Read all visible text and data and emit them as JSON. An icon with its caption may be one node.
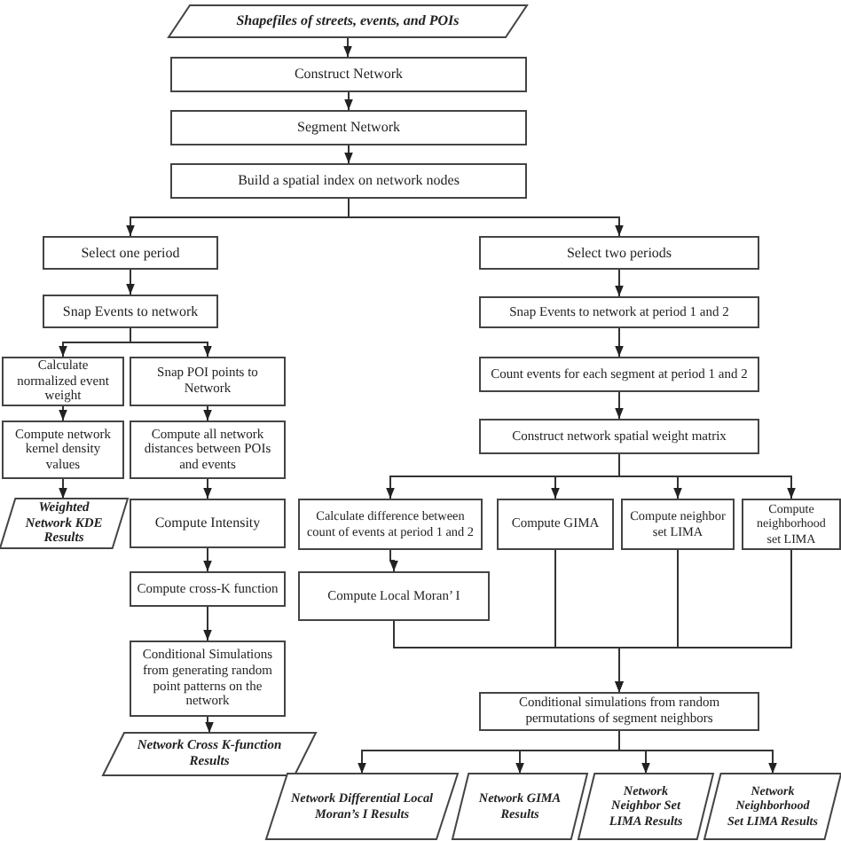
{
  "diagram": {
    "nodes": [
      {
        "text": [
          "Shapefiles of streets, events, and POIs"
        ]
      },
      {
        "text": [
          "Construct Network"
        ]
      },
      {
        "text": [
          "Segment Network"
        ]
      },
      {
        "text": [
          "Build a spatial index on network nodes"
        ]
      },
      {
        "text": [
          "Select one period"
        ]
      },
      {
        "text": [
          "Select two periods"
        ]
      },
      {
        "text": [
          "Snap Events to network"
        ]
      },
      {
        "text": [
          "Calculate normalized event weight"
        ]
      },
      {
        "text": [
          "Snap POI points to Network"
        ]
      },
      {
        "text": [
          "Compute network kernel density values"
        ]
      },
      {
        "text": [
          "Compute all network distances between POIs and events"
        ]
      },
      {
        "text": [
          "Weighted Network KDE Results"
        ]
      },
      {
        "text": [
          "Compute Intensity"
        ]
      },
      {
        "text": [
          "Compute cross-K function"
        ]
      },
      {
        "text": [
          "Conditional Simulations from generating random point patterns on the network"
        ]
      },
      {
        "text": [
          "Network Cross K-function Results"
        ]
      },
      {
        "text": [
          "Snap Events to network  at period 1 and 2"
        ]
      },
      {
        "text": [
          "Count events for each segment at period 1 and 2"
        ]
      },
      {
        "text": [
          "Construct network spatial weight matrix"
        ]
      },
      {
        "text": [
          "Calculate difference between count of events at period 1 and 2"
        ]
      },
      {
        "text": [
          "Compute GIMA"
        ]
      },
      {
        "text": [
          "Compute neighbor set LIMA"
        ]
      },
      {
        "text": [
          "Compute neighborhood set LIMA"
        ]
      },
      {
        "text": [
          "Compute Local Moran’ I"
        ]
      },
      {
        "text": [
          "Conditional simulations from random permutations of segment neighbors"
        ]
      },
      {
        "text": [
          "Network Differential Local Moran’s I Results"
        ]
      },
      {
        "text": [
          "Network GIMA Results"
        ]
      },
      {
        "text": [
          "Network Neighbor Set LIMA  Results"
        ]
      },
      {
        "text": [
          "Network Neighborhood Set LIMA Results"
        ]
      }
    ],
    "edges": [
      {
        "from": 0,
        "to": 1,
        "arrow": "to"
      },
      {
        "from": 1,
        "to": 2,
        "arrow": "to"
      },
      {
        "from": 2,
        "to": 3,
        "arrow": "to"
      },
      {
        "from": 3,
        "to": 4,
        "arrow": "to"
      },
      {
        "from": 3,
        "to": 5,
        "arrow": "to"
      },
      {
        "from": 4,
        "to": 6,
        "arrow": "to"
      },
      {
        "from": 6,
        "to": 7,
        "arrow": "to"
      },
      {
        "from": 6,
        "to": 8,
        "arrow": "to"
      },
      {
        "from": 7,
        "to": 9,
        "arrow": "to"
      },
      {
        "from": 9,
        "to": 11,
        "arrow": "to"
      },
      {
        "from": 8,
        "to": 10,
        "arrow": "to"
      },
      {
        "from": 10,
        "to": 12,
        "arrow": "to"
      },
      {
        "from": 12,
        "to": 13,
        "arrow": "to"
      },
      {
        "from": 13,
        "to": 14,
        "arrow": "to"
      },
      {
        "from": 14,
        "to": 15,
        "arrow": "to"
      },
      {
        "from": 5,
        "to": 16,
        "arrow": "to"
      },
      {
        "from": 16,
        "to": 17,
        "arrow": "to"
      },
      {
        "from": 17,
        "to": 18,
        "arrow": "to"
      },
      {
        "from": 18,
        "to": 19,
        "arrow": "to"
      },
      {
        "from": 18,
        "to": 20,
        "arrow": "to"
      },
      {
        "from": 18,
        "to": 21,
        "arrow": "to"
      },
      {
        "from": 18,
        "to": 22,
        "arrow": "to"
      },
      {
        "from": 19,
        "to": 23,
        "arrow": "to"
      },
      {
        "from": 23,
        "to": 24,
        "arrow": "to"
      },
      {
        "from": 20,
        "to": 24,
        "arrow": "to"
      },
      {
        "from": 21,
        "to": 24,
        "arrow": "to"
      },
      {
        "from": 22,
        "to": 24,
        "arrow": "to"
      },
      {
        "from": 24,
        "to": 25,
        "arrow": "to"
      },
      {
        "from": 24,
        "to": 26,
        "arrow": "to"
      },
      {
        "from": 24,
        "to": 27,
        "arrow": "to"
      },
      {
        "from": 24,
        "to": 28,
        "arrow": "to"
      }
    ]
  }
}
